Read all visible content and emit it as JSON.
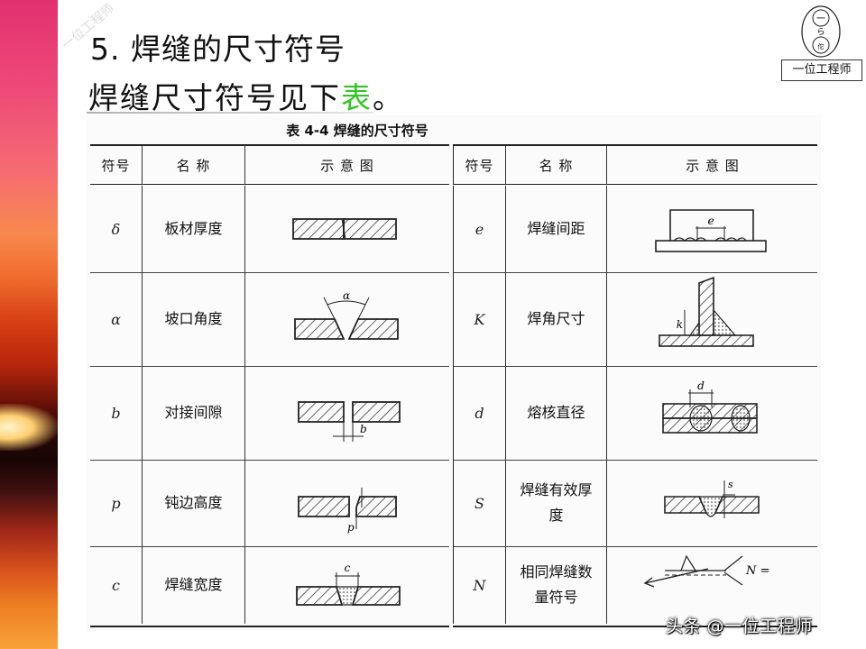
{
  "slide": {
    "title": "5. 焊缝的尺寸符号",
    "subtitle_text": "焊缝尺寸符号见下",
    "subtitle_highlight": "表",
    "subtitle_end": "。"
  },
  "logo": {
    "text": "一位工程师",
    "glyphs": [
      "一",
      "ら",
      "佗"
    ]
  },
  "watermark_diagonal": "一位工程师",
  "footer_watermark": "头条 @一位工程师",
  "table": {
    "caption": "表 4-4    焊缝的尺寸符号",
    "headers": {
      "symbol": "符号",
      "name": "名  称",
      "diagram": "示  意  图"
    },
    "left_rows": [
      {
        "symbol": "δ",
        "name": "板材厚度",
        "diagram_label": ""
      },
      {
        "symbol": "α",
        "name": "坡口角度",
        "diagram_label": "α"
      },
      {
        "symbol": "b",
        "name": "对接间隙",
        "diagram_label": "b"
      },
      {
        "symbol": "p",
        "name": "钝边高度",
        "diagram_label": "p"
      },
      {
        "symbol": "c",
        "name": "焊缝宽度",
        "diagram_label": "c"
      }
    ],
    "right_rows": [
      {
        "symbol": "e",
        "name": "焊缝间距",
        "diagram_label": "e"
      },
      {
        "symbol": "K",
        "name": "焊角尺寸",
        "diagram_label": "k"
      },
      {
        "symbol": "d",
        "name": "熔核直径",
        "diagram_label": "d"
      },
      {
        "symbol": "S",
        "name": "焊缝有效厚度",
        "diagram_label": "s"
      },
      {
        "symbol": "N",
        "name": "相同焊缝数量符号",
        "diagram_label": "N ="
      }
    ]
  }
}
